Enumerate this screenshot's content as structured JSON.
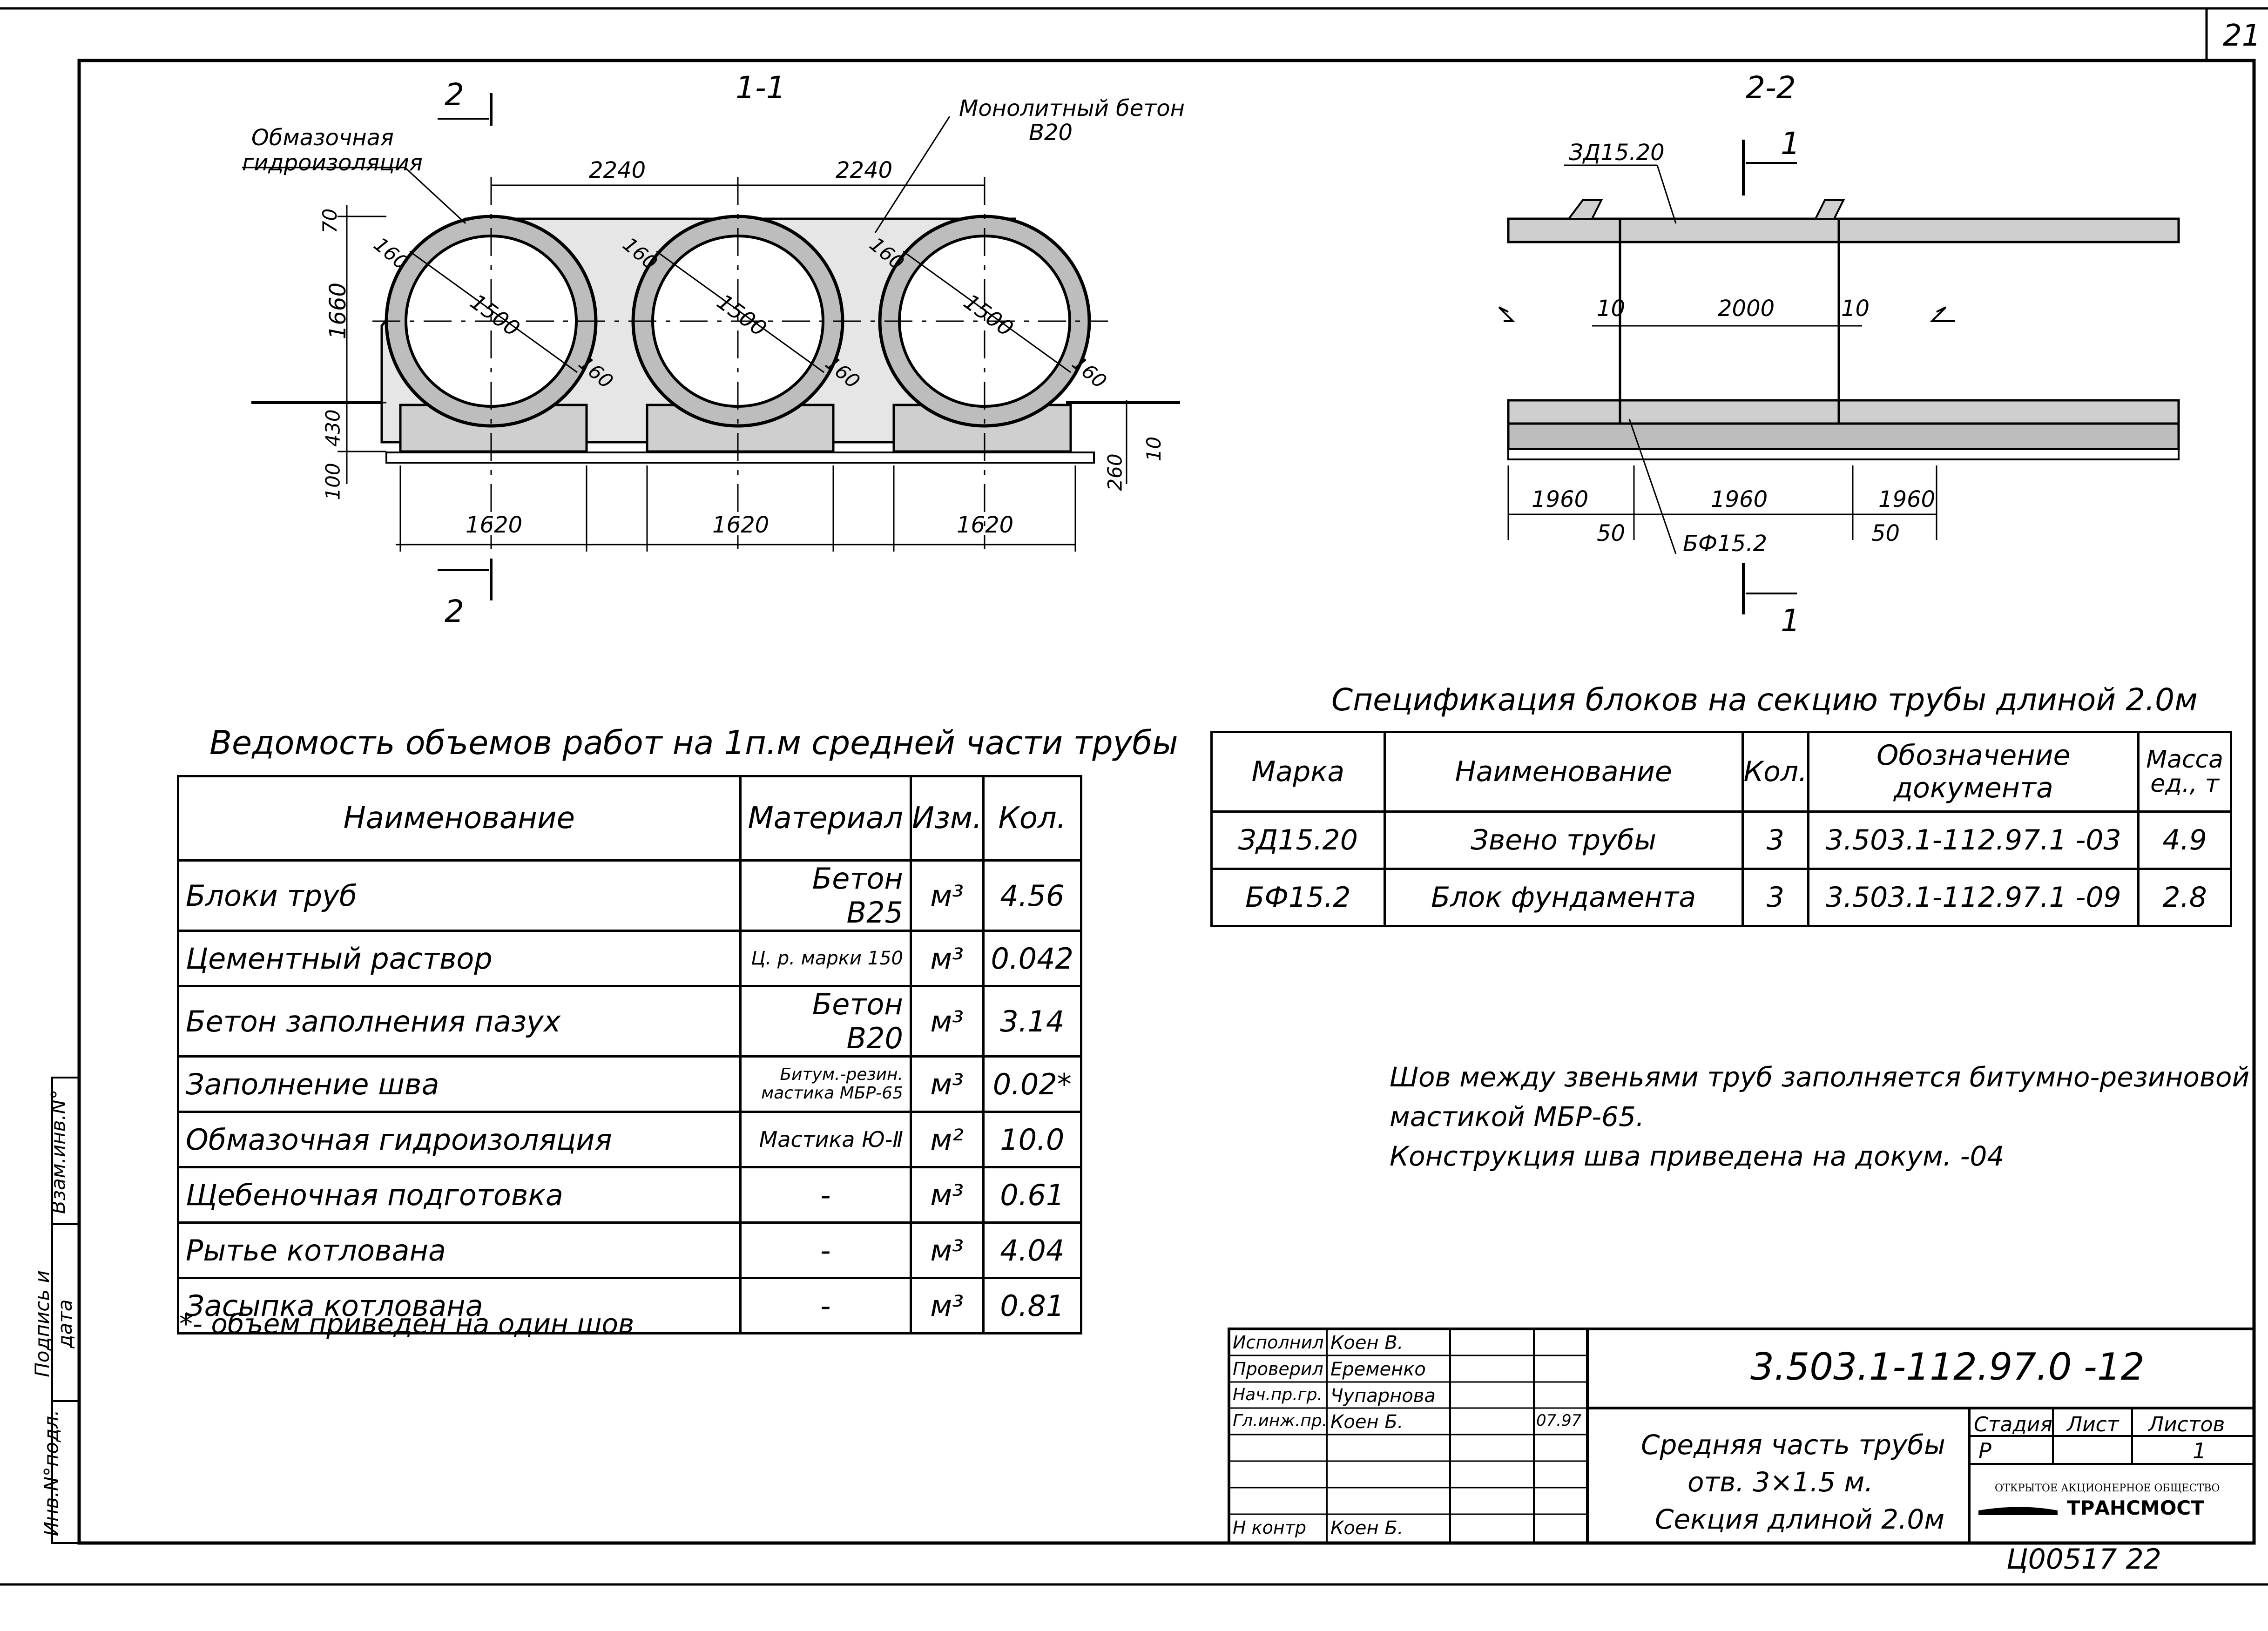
{
  "page_number": "21",
  "sections": {
    "s11_title": "1-1",
    "s22_title": "2-2",
    "cut2": "2",
    "cut1": "1"
  },
  "section11": {
    "label_coating_1": "Обмазочная",
    "label_coating_2": "гидроизоляция",
    "label_concrete_1": "Монолитный бетон",
    "label_concrete_2": "В20",
    "dim_top_1": "2240",
    "dim_top_2": "2240",
    "dim_70": "70",
    "dim_1660": "1660",
    "dim_430": "430",
    "dim_100": "100",
    "dim_160": "160",
    "dim_1500": "1500",
    "dim_bottom": [
      "1620",
      "1620",
      "1620"
    ],
    "dim_260": "260",
    "dim_10": "10"
  },
  "section22": {
    "label_pipe": "ЗД15.20",
    "label_block": "БФ15.2",
    "dim_2000": "2000",
    "dim_10": "10",
    "dim_1960": "1960",
    "dim_50": "50"
  },
  "volume_table": {
    "title": "Ведомость объемов работ на 1п.м средней части трубы",
    "headers": [
      "Наименование",
      "Материал",
      "Изм.",
      "Кол."
    ],
    "rows": [
      [
        "Блоки труб",
        "Бетон В25",
        "м³",
        "4.56"
      ],
      [
        "Цементный раствор",
        "Ц. р. марки 150",
        "м³",
        "0.042"
      ],
      [
        "Бетон заполнения пазух",
        "Бетон В20",
        "м³",
        "3.14"
      ],
      [
        "Заполнение шва",
        "Битум.-резин. мастика МБР-65",
        "м³",
        "0.02*"
      ],
      [
        "Обмазочная гидроизоляция",
        "Мастика Ю-Ⅱ",
        "м²",
        "10.0"
      ],
      [
        "Щебеночная подготовка",
        "-",
        "м³",
        "0.61"
      ],
      [
        "Рытье котлована",
        "-",
        "м³",
        "4.04"
      ],
      [
        "Засыпка котлована",
        "-",
        "м³",
        "0.81"
      ]
    ],
    "footnote": "*- объем приведен на один шов"
  },
  "spec_table": {
    "title": "Спецификация блоков на секцию трубы длиной 2.0м",
    "headers": [
      "Марка",
      "Наименование",
      "Кол.",
      "Обозначение документа",
      "Масса ед., т"
    ],
    "rows": [
      [
        "ЗД15.20",
        "Звено трубы",
        "3",
        "3.503.1-112.97.1 -03",
        "4.9"
      ],
      [
        "БФ15.2",
        "Блок фундамента",
        "3",
        "3.503.1-112.97.1 -09",
        "2.8"
      ]
    ]
  },
  "notes": [
    "Шов между звеньями труб заполняется битумно-резиновой",
    "мастикой МБР-65.",
    "Конструкция шва приведена на докум. -04"
  ],
  "stamp": {
    "roles": [
      "Исполнил",
      "Проверил",
      "Нач.пр.гр.",
      "Гл.инж.пр.",
      "",
      "",
      "Н контр"
    ],
    "names": [
      "Коен В.",
      "Еременко",
      "Чупарнова",
      "Коен Б.",
      "",
      "",
      "Коен Б."
    ],
    "date": "07.97",
    "doc_number": "3.503.1-112.97.0 -12",
    "title_lines": [
      "Средняя часть трубы",
      "отв. 3×1.5 м.",
      "Секция длиной 2.0м"
    ],
    "stage_header": "Стадия",
    "sheet_header": "Лист",
    "sheets_header": "Листов",
    "stage": "Р",
    "sheets": "1",
    "company_small": "ОТКРЫТОЕ АКЦИОНЕРНОЕ ОБЩЕСТВО",
    "company": "ТРАНСМОСТ",
    "archive_number": "Ц00517 22"
  },
  "side_labels": [
    "Инв.N°подл.",
    "Подпись и дата",
    "Взам.инв.N°"
  ]
}
